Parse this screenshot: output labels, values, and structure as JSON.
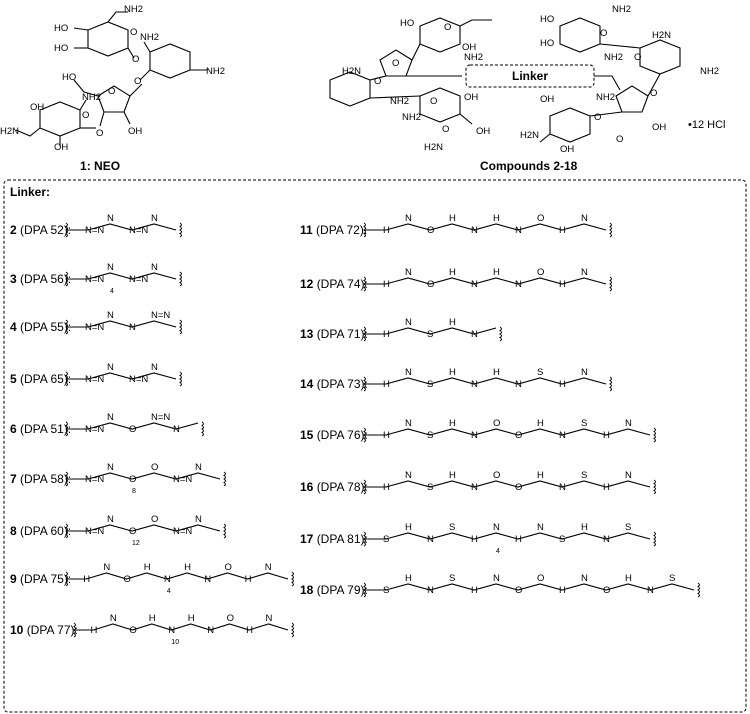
{
  "top": {
    "neo_atoms": [
      "NH2",
      "HO",
      "HO",
      "O",
      "NH2",
      "O",
      "NH2",
      "HO",
      "O",
      "O",
      "OH",
      "O",
      "NH2",
      "OH",
      "O",
      "H2N",
      "OH"
    ],
    "neo_label_num": "1",
    "neo_label_name": "NEO",
    "dimer_atoms_left": [
      "HO",
      "O",
      "OH",
      "NH2",
      "O",
      "H2N",
      "O",
      "NH2",
      "O",
      "OH",
      "NH2",
      "O",
      "OH",
      "H2N"
    ],
    "linker_box_label": "Linker",
    "dimer_atoms_right": [
      "NH2",
      "HO",
      "O",
      "HO",
      "H2N",
      "NH2",
      "O",
      "NH2",
      "O",
      "NH2",
      "OH",
      "O",
      "OH",
      "H2N",
      "O",
      "OH"
    ],
    "salt": "•12 HCl",
    "compounds_label": "Compounds 2-18"
  },
  "panel": {
    "title": "Linker:",
    "left_entries": [
      {
        "num": "2",
        "code": "(DPA 52):",
        "atoms": [
          "N=N",
          "N",
          "N=N",
          "N"
        ]
      },
      {
        "num": "3",
        "code": "(DPA 56):",
        "atoms": [
          "N=N",
          "N",
          "N=N",
          "N"
        ],
        "sub": "4"
      },
      {
        "num": "4",
        "code": "(DPA 55):",
        "atoms": [
          "N=N",
          "N",
          "N",
          "N=N"
        ]
      },
      {
        "num": "5",
        "code": "(DPA 65):",
        "atoms": [
          "N=N",
          "N",
          "N=N",
          "N"
        ]
      },
      {
        "num": "6",
        "code": "(DPA 51):",
        "atoms": [
          "N=N",
          "N",
          "O",
          "N=N",
          "N"
        ]
      },
      {
        "num": "7",
        "code": "(DPA 58):",
        "atoms": [
          "N=N",
          "N",
          "O",
          "O",
          "N=N",
          "N"
        ],
        "sub": "8"
      },
      {
        "num": "8",
        "code": "(DPA 60):",
        "atoms": [
          "N=N",
          "N",
          "O",
          "O",
          "N=N",
          "N"
        ],
        "sub": "12"
      },
      {
        "num": "9",
        "code": "(DPA 75):",
        "atoms": [
          "H",
          "N",
          "O",
          "H",
          "N",
          "H",
          "N",
          "O",
          "H",
          "N"
        ],
        "sub": "4"
      },
      {
        "num": "10",
        "code": "(DPA 77):",
        "atoms": [
          "H",
          "N",
          "O",
          "H",
          "N",
          "H",
          "N",
          "O",
          "H",
          "N"
        ],
        "sub": "10"
      }
    ],
    "right_entries": [
      {
        "num": "11",
        "code": "(DPA 72):",
        "atoms": [
          "H",
          "N",
          "O",
          "H",
          "N",
          "H",
          "N",
          "O",
          "H",
          "N"
        ]
      },
      {
        "num": "12",
        "code": "(DPA 74):",
        "atoms": [
          "H",
          "N",
          "O",
          "H",
          "N",
          "H",
          "N",
          "O",
          "H",
          "N"
        ]
      },
      {
        "num": "13",
        "code": "(DPA 71):",
        "atoms": [
          "H",
          "N",
          "S",
          "H",
          "N"
        ]
      },
      {
        "num": "14",
        "code": "(DPA 73):",
        "atoms": [
          "H",
          "N",
          "S",
          "H",
          "N",
          "H",
          "N",
          "S",
          "H",
          "N"
        ]
      },
      {
        "num": "15",
        "code": "(DPA 76):",
        "atoms": [
          "H",
          "N",
          "S",
          "H",
          "N",
          "O",
          "O",
          "H",
          "N",
          "S",
          "H",
          "N"
        ]
      },
      {
        "num": "16",
        "code": "(DPA 78):",
        "atoms": [
          "H",
          "N",
          "S",
          "H",
          "N",
          "O",
          "O",
          "H",
          "N",
          "S",
          "H",
          "N"
        ]
      },
      {
        "num": "17",
        "code": "(DPA 81):",
        "atoms": [
          "S",
          "H",
          "N",
          "S",
          "H",
          "N",
          "H",
          "N",
          "S",
          "H",
          "N",
          "S"
        ],
        "sub": "4"
      },
      {
        "num": "18",
        "code": "(DPA 79):",
        "atoms": [
          "S",
          "H",
          "N",
          "S",
          "H",
          "N",
          "O",
          "O",
          "H",
          "N",
          "O",
          "H",
          "N",
          "S"
        ]
      }
    ]
  }
}
